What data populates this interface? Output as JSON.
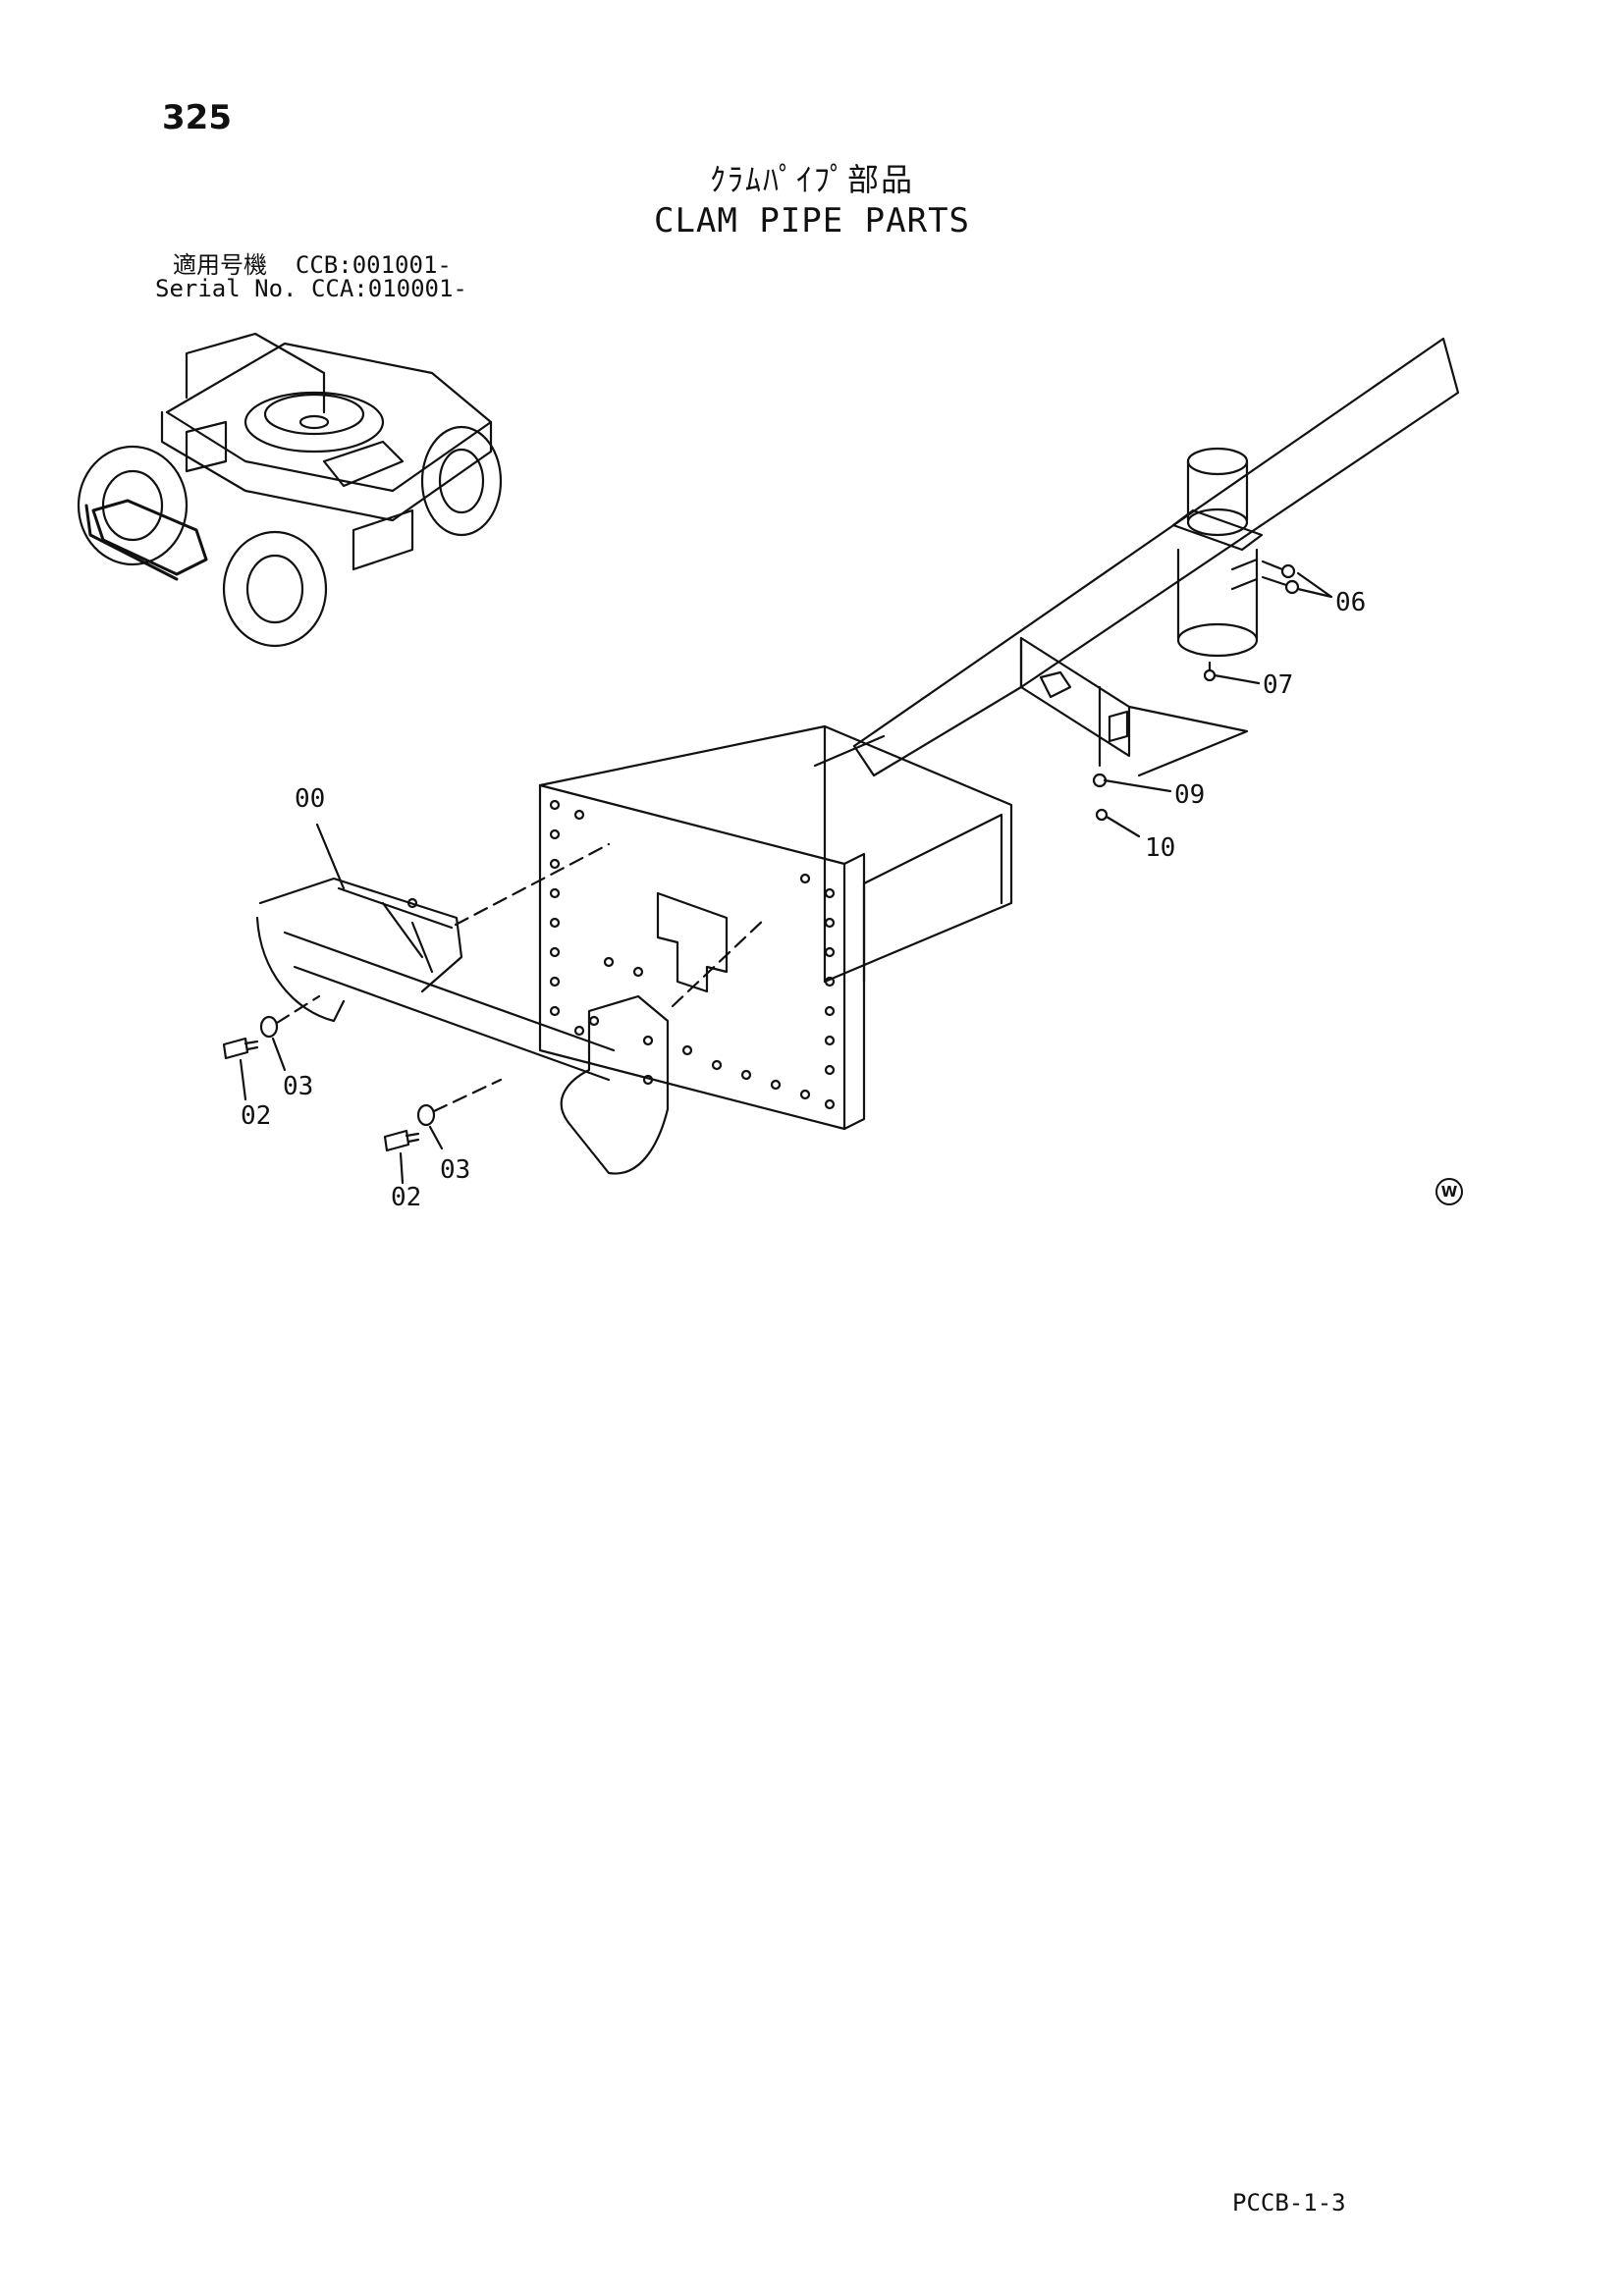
{
  "page_number": "325",
  "title_jp": "ｸﾗﾑﾊﾟｲﾌﾟ部品",
  "title_en": "CLAM PIPE PARTS",
  "applicability": {
    "row1": "適用号機  CCB:001001-",
    "row2": "Serial No. CCA:010001-"
  },
  "callouts": {
    "c00": "00",
    "c02a": "02",
    "c03a": "03",
    "c02b": "02",
    "c03b": "03",
    "c06": "06",
    "c07": "07",
    "c09": "09",
    "c10": "10"
  },
  "footer_code": "PCCB-1-3",
  "mark": "W"
}
